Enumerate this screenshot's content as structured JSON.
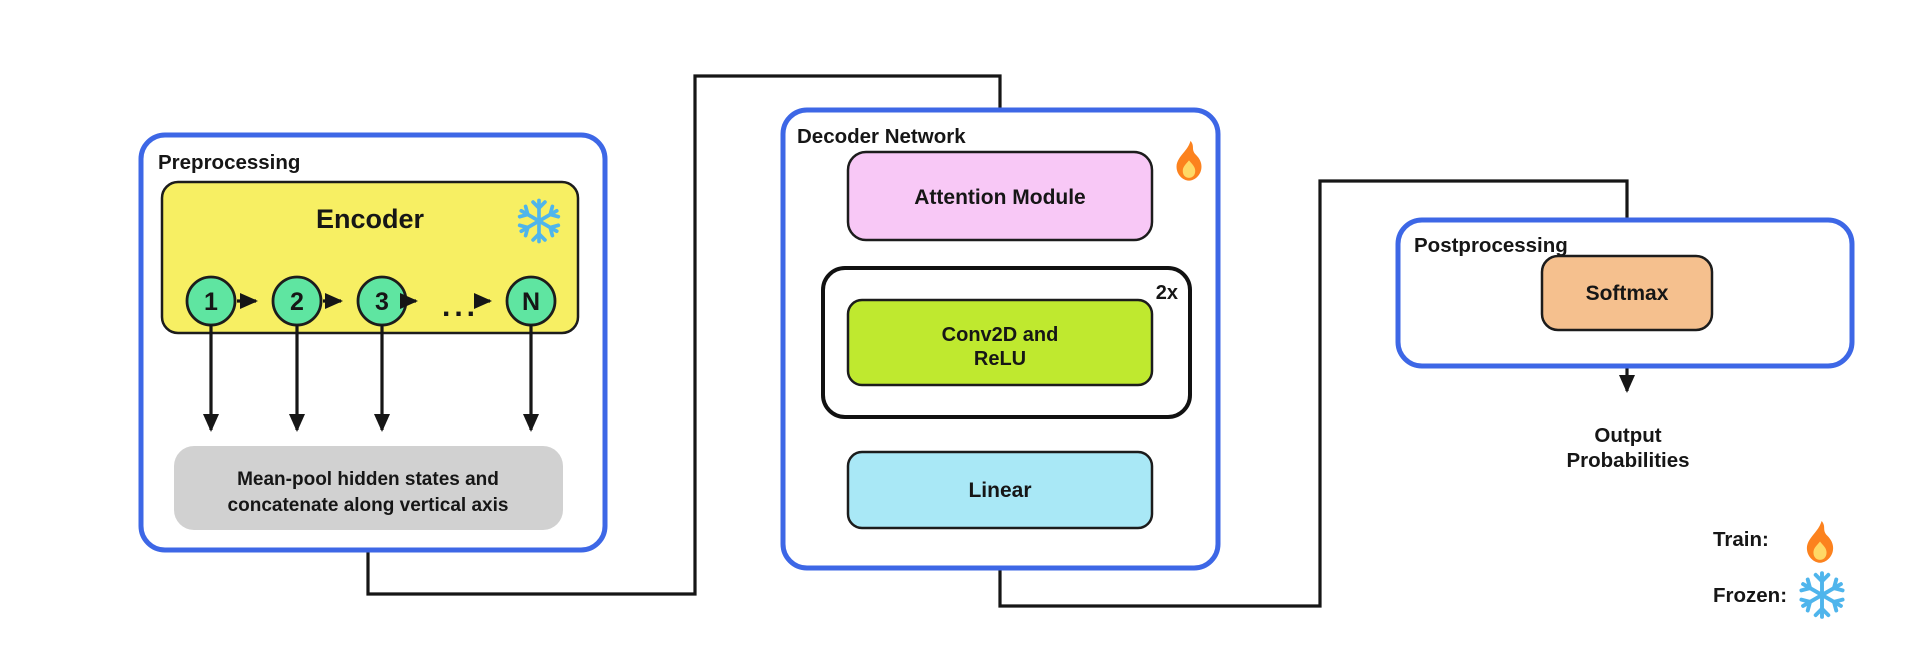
{
  "preprocessing": {
    "title": "Preprocessing",
    "encoder": {
      "label": "Encoder",
      "nodes": [
        "1",
        "2",
        "3"
      ],
      "ellipsis": "...",
      "node_last": "N",
      "state_icon": "snowflake-icon"
    },
    "meanpool": {
      "line1": "Mean-pool hidden states and",
      "line2": "concatenate along vertical axis"
    }
  },
  "decoder": {
    "title": "Decoder Network",
    "state_icon": "fire-icon",
    "attention_label": "Attention Module",
    "repeat_label": "2x",
    "conv_line1": "Conv2D and",
    "conv_line2": "ReLU",
    "linear_label": "Linear"
  },
  "postprocessing": {
    "title": "Postprocessing",
    "softmax_label": "Softmax"
  },
  "output": {
    "line1": "Output",
    "line2": "Probabilities"
  },
  "legend": {
    "train_label": "Train:",
    "train_icon": "fire-icon",
    "frozen_label": "Frozen:",
    "frozen_icon": "snowflake-icon"
  },
  "colors": {
    "frame_blue": "#3D67E6",
    "encoder_yellow": "#F7EF63",
    "node_green": "#5FE5A1",
    "meanpool_gray": "#D1D1D1",
    "attention_pink": "#F8C8F6",
    "conv_green": "#BFE92F",
    "linear_cyan": "#A9E8F6",
    "softmax_orange": "#F5C08E",
    "line_black": "#161616",
    "snowflake_blue": "#4FB5EC",
    "fire_outer": "#FC821E",
    "fire_inner": "#FFD966"
  }
}
